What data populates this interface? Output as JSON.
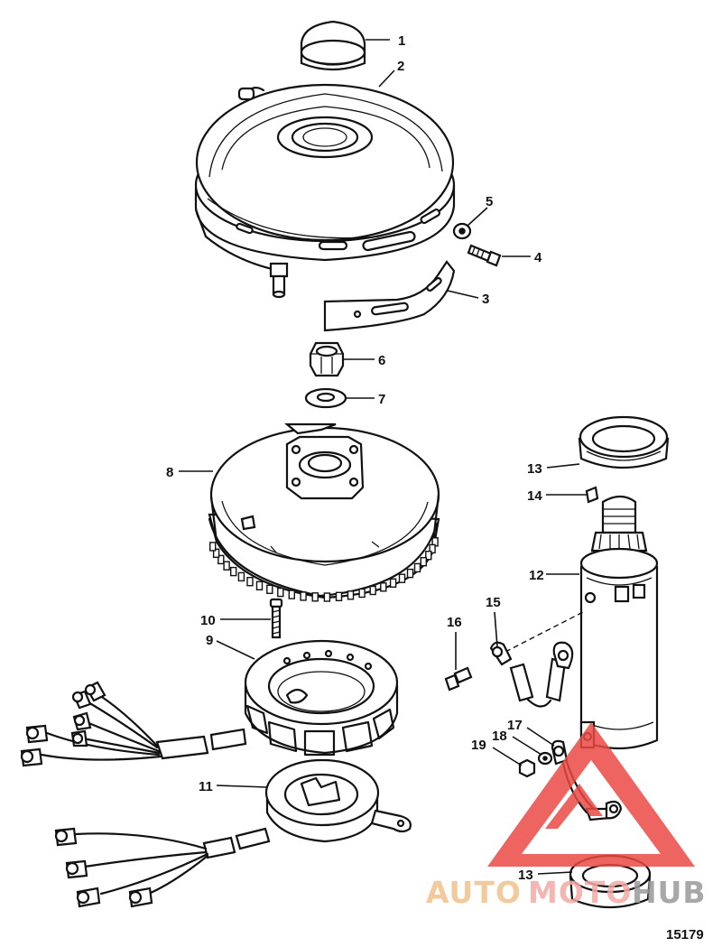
{
  "callouts": {
    "c1": "1",
    "c2": "2",
    "c3": "3",
    "c4": "4",
    "c5": "5",
    "c6": "6",
    "c7": "7",
    "c8": "8",
    "c9": "9",
    "c10": "10",
    "c11": "11",
    "c12": "12",
    "c13a": "13",
    "c13b": "13",
    "c14": "14",
    "c15": "15",
    "c16": "16",
    "c17": "17",
    "c18": "18",
    "c19": "19"
  },
  "figure_number": "15179",
  "watermark": {
    "text_auto": "AUTO",
    "text_moto": "MOTO",
    "text_hub": "HUB",
    "color_auto": "#f2c18a",
    "color_moto": "#f4a9a4",
    "color_hub": "#9a9a9a",
    "color_logo": "#ea4a45"
  }
}
